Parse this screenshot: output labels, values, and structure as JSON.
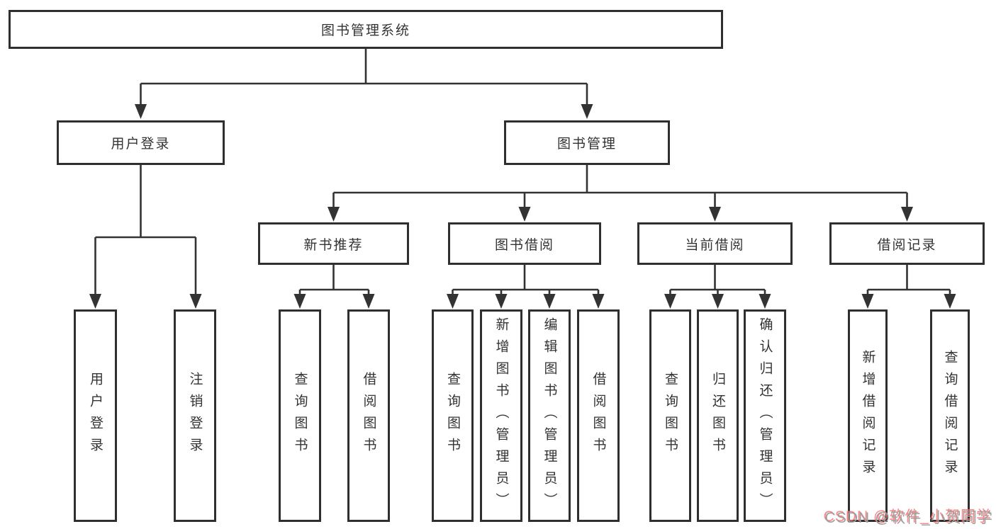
{
  "tree": {
    "label": "图书管理系统",
    "children": [
      {
        "label": "用户登录",
        "children": [
          {
            "label": "用户登录"
          },
          {
            "label": "注销登录"
          }
        ]
      },
      {
        "label": "图书管理",
        "children": [
          {
            "label": "新书推荐",
            "children": [
              {
                "label": "查询图书"
              },
              {
                "label": "借阅图书"
              }
            ]
          },
          {
            "label": "图书借阅",
            "children": [
              {
                "label": "查询图书"
              },
              {
                "label": "新增图书（管理员）"
              },
              {
                "label": "编辑图书（管理员）"
              },
              {
                "label": "借阅图书"
              }
            ]
          },
          {
            "label": "当前借阅",
            "children": [
              {
                "label": "查询图书"
              },
              {
                "label": "归还图书"
              },
              {
                "label": "确认归还（管理员）"
              }
            ]
          },
          {
            "label": "借阅记录",
            "children": [
              {
                "label": "新增借阅记录"
              },
              {
                "label": "查询借阅记录"
              }
            ]
          }
        ]
      }
    ]
  },
  "watermark": {
    "text": "CSDN @软件_小贺同学"
  },
  "colors": {
    "line": "#333333",
    "box_border": "#2f2f2f",
    "background": "#ffffff",
    "watermark_gray": "#9e9e9e",
    "watermark_red": "#fa6e6e"
  }
}
